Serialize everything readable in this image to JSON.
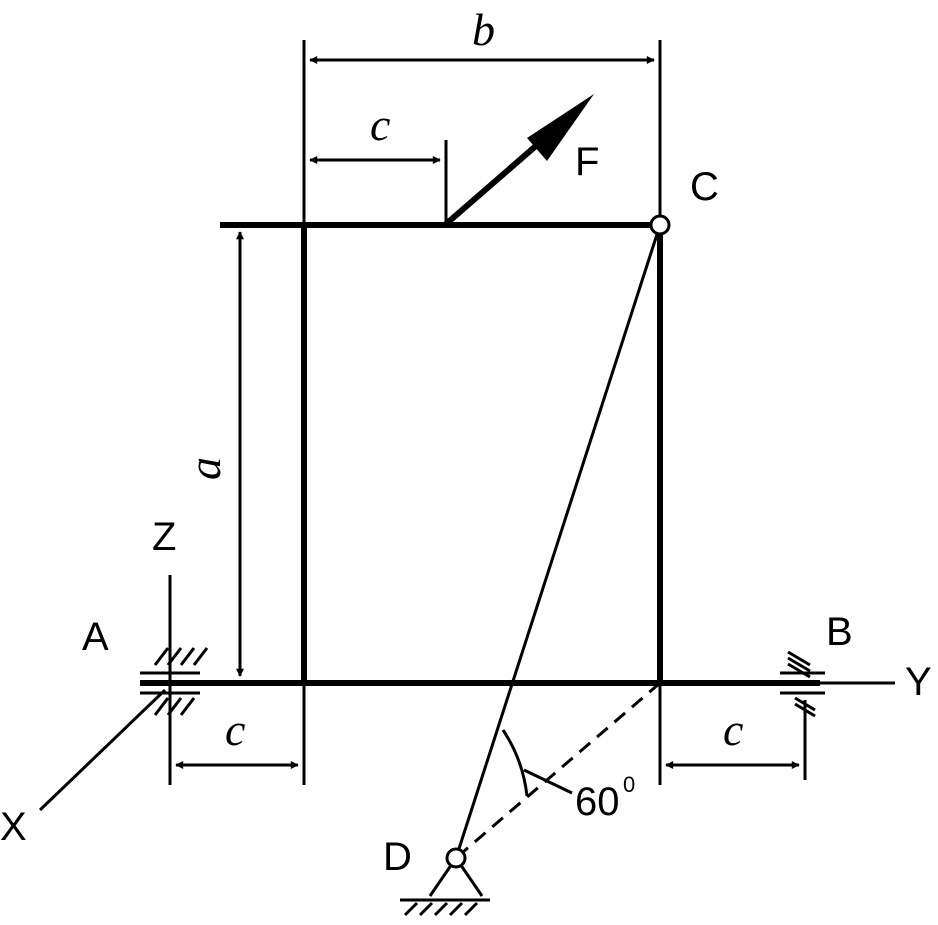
{
  "labels": {
    "b": "b",
    "c_top": "c",
    "F": "F",
    "C": "C",
    "a": "a",
    "Z": "Z",
    "A": "A",
    "B": "B",
    "Y": "Y",
    "X": "X",
    "c_left": "c",
    "c_right": "c",
    "angle": "60",
    "degree": "0",
    "D": "D"
  },
  "colors": {
    "ink": "#000000",
    "paper": "#ffffff"
  }
}
